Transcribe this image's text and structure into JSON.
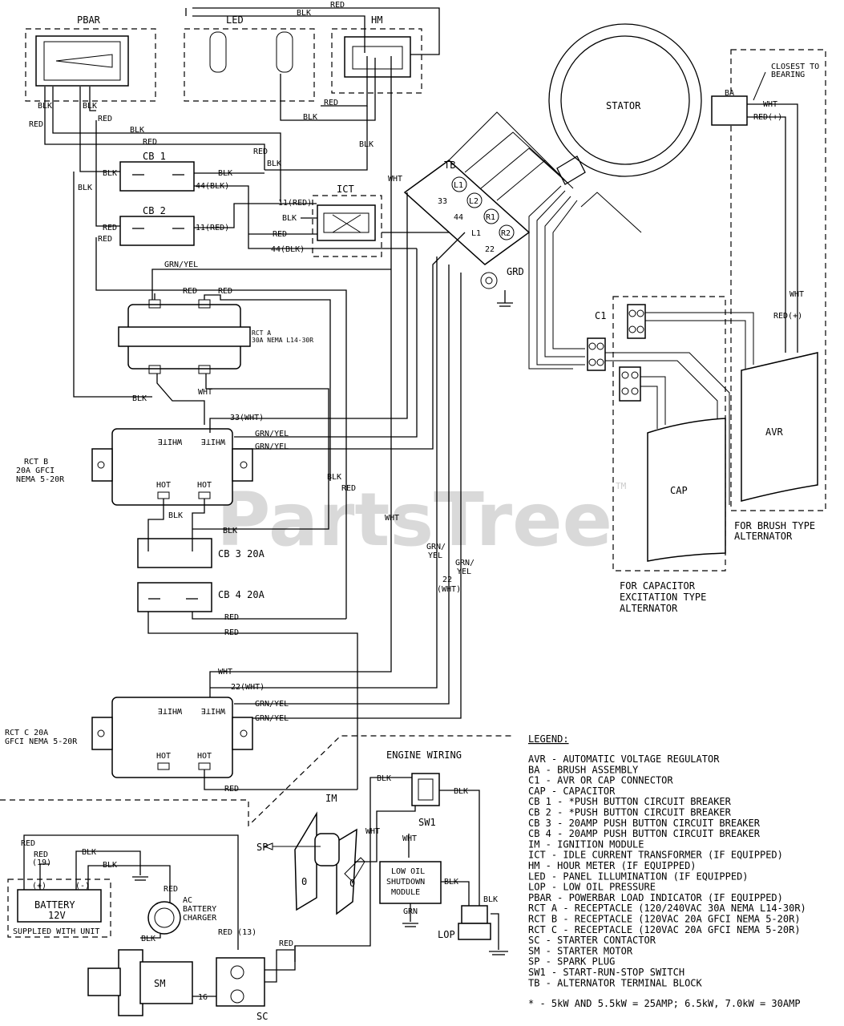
{
  "watermark": "PartsTree",
  "watermark_tm": "TM",
  "components": {
    "pbar": "PBAR",
    "led": "LED",
    "hm": "HM",
    "stator": "STATOR",
    "cb1": "CB 1",
    "cb2": "CB 2",
    "cb3": "CB 3 20A",
    "cb4": "CB 4 20A",
    "ict": "ICT",
    "tb": "TB",
    "grd": "GRD",
    "c1": "C1",
    "cap": "CAP",
    "avr": "AVR",
    "ba": "BA",
    "closest": "CLOSEST TO",
    "bearing": "BEARING",
    "rct_a_1": "RCT A",
    "rct_a_2": "30A NEMA L14-30R",
    "rct_b_1": "RCT B",
    "rct_b_2": "20A GFCI",
    "rct_b_3": "NEMA 5-20R",
    "rct_c_1": "RCT C 20A",
    "rct_c_2": "GFCI NEMA 5-20R",
    "brush_1": "FOR BRUSH TYPE",
    "brush_2": "ALTERNATOR",
    "capex_1": "FOR CAPACITOR",
    "capex_2": "EXCITATION TYPE",
    "capex_3": "ALTERNATOR",
    "engine_wiring": "ENGINE WIRING",
    "im": "IM",
    "sw1": "SW1",
    "sp": "SP",
    "lop": "LOP",
    "sm": "SM",
    "sc": "SC",
    "battery": "BATTERY",
    "battery_v": "12V",
    "supplied": "SUPPLIED WITH UNIT",
    "ac_charger_1": "AC",
    "ac_charger_2": "BATTERY",
    "ac_charger_3": "CHARGER",
    "low_oil_1": "LOW OIL",
    "low_oil_2": "SHUTDOWN",
    "low_oil_3": "MODULE",
    "hot": "HOT",
    "white": "WHITE"
  },
  "wire_labels": {
    "red": "RED",
    "blk": "BLK",
    "wht": "WHT",
    "grn": "GRN",
    "grn_yel": "GRN/YEL",
    "grn_slash": "GRN/",
    "yel": "YEL",
    "w33": "33",
    "w44": "44",
    "w22": "22",
    "w11": "11",
    "w16": "16",
    "l1": "L1",
    "l2": "L2",
    "r1": "R1",
    "r2": "R2",
    "blk44": "44(BLK)",
    "red11": "11(RED)",
    "red11b": "11(RED)",
    "blk44b": "44(BLK)",
    "wht33": "33(WHT)",
    "wht22": "22(WHT)",
    "wht22b": "(WHT)",
    "red13": "RED (13)",
    "red19a": "RED",
    "red19b": "(19)",
    "redplus": "RED(+)",
    "plus": "(+)",
    "minus": "(-)",
    "zero": "0"
  },
  "legend": {
    "title": "LEGEND:",
    "items": [
      "AVR - AUTOMATIC VOLTAGE REGULATOR",
      "BA - BRUSH ASSEMBLY",
      "C1 - AVR OR CAP CONNECTOR",
      "CAP - CAPACITOR",
      "CB 1 - *PUSH BUTTON CIRCUIT BREAKER",
      "CB 2 - *PUSH BUTTON CIRCUIT BREAKER",
      "CB 3 - 20AMP PUSH BUTTON CIRCUIT BREAKER",
      "CB 4 - 20AMP PUSH BUTTON CIRCUIT BREAKER",
      "IM - IGNITION MODULE",
      "ICT - IDLE CURRENT TRANSFORMER (IF EQUIPPED)",
      "HM - HOUR METER (IF EQUIPPED)",
      "LED - PANEL ILLUMINATION (IF EQUIPPED)",
      "LOP - LOW OIL PRESSURE",
      "PBAR - POWERBAR LOAD INDICATOR (IF EQUIPPED)",
      "RCT A - RECEPTACLE (120/240VAC 30A NEMA L14-30R)",
      "RCT B - RECEPTACLE (120VAC 20A GFCI NEMA 5-20R)",
      "RCT C - RECEPTACLE (120VAC 20A GFCI NEMA 5-20R)",
      "SC - STARTER CONTACTOR",
      "SM - STARTER MOTOR",
      "SP - SPARK PLUG",
      "SW1 - START-RUN-STOP SWITCH",
      "TB - ALTERNATOR TERMINAL BLOCK"
    ],
    "note": "* - 5kW AND 5.5kW = 25AMP; 6.5kW, 7.0kW = 30AMP"
  }
}
